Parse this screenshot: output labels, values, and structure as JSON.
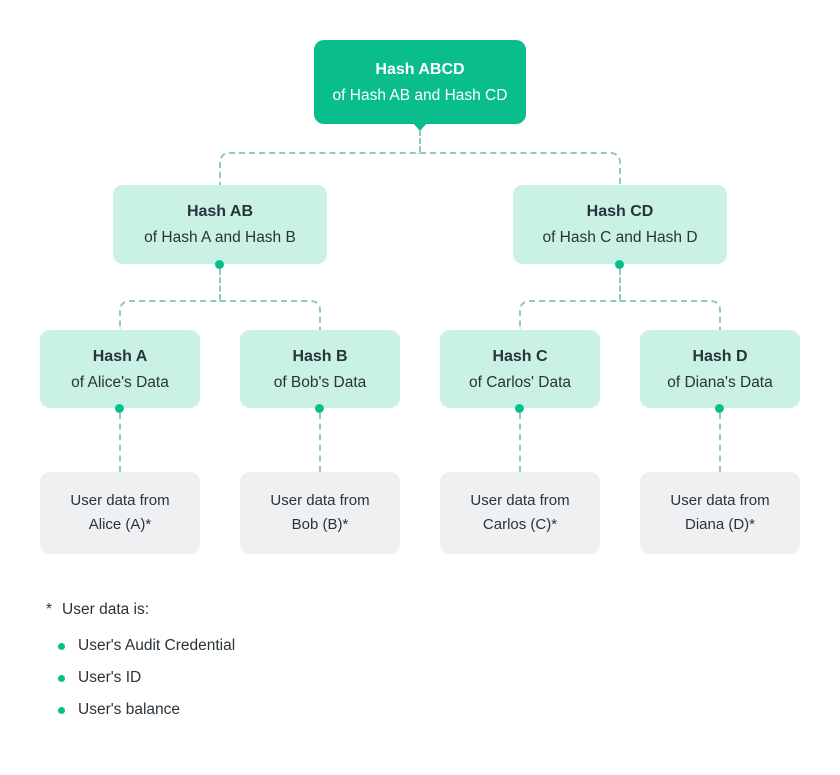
{
  "colors": {
    "green": "#09be8c",
    "mint": "#c9f1e4",
    "gray": "#eef0f2",
    "text_dark": "#29333b",
    "connector": "#8fcbbb",
    "white": "#ffffff"
  },
  "tree": {
    "root": {
      "title": "Hash ABCD",
      "subtitle": "of Hash AB and Hash CD"
    },
    "level2": [
      {
        "title": "Hash AB",
        "subtitle": "of Hash A and Hash B"
      },
      {
        "title": "Hash CD",
        "subtitle": "of Hash C and Hash D"
      }
    ],
    "level3": [
      {
        "title": "Hash A",
        "subtitle": "of Alice's Data"
      },
      {
        "title": "Hash B",
        "subtitle": "of Bob's Data"
      },
      {
        "title": "Hash C",
        "subtitle": "of Carlos' Data"
      },
      {
        "title": "Hash D",
        "subtitle": "of Diana's Data"
      }
    ],
    "leaves": [
      {
        "line1": "User data from",
        "line2": "Alice (A)*"
      },
      {
        "line1": "User data from",
        "line2": "Bob (B)*"
      },
      {
        "line1": "User data from",
        "line2": "Carlos (C)*"
      },
      {
        "line1": "User data from",
        "line2": "Diana (D)*"
      }
    ]
  },
  "footnote": {
    "marker": "*",
    "label": "User data is:",
    "items": [
      "User's Audit Credential",
      "User's ID",
      "User's balance"
    ]
  }
}
